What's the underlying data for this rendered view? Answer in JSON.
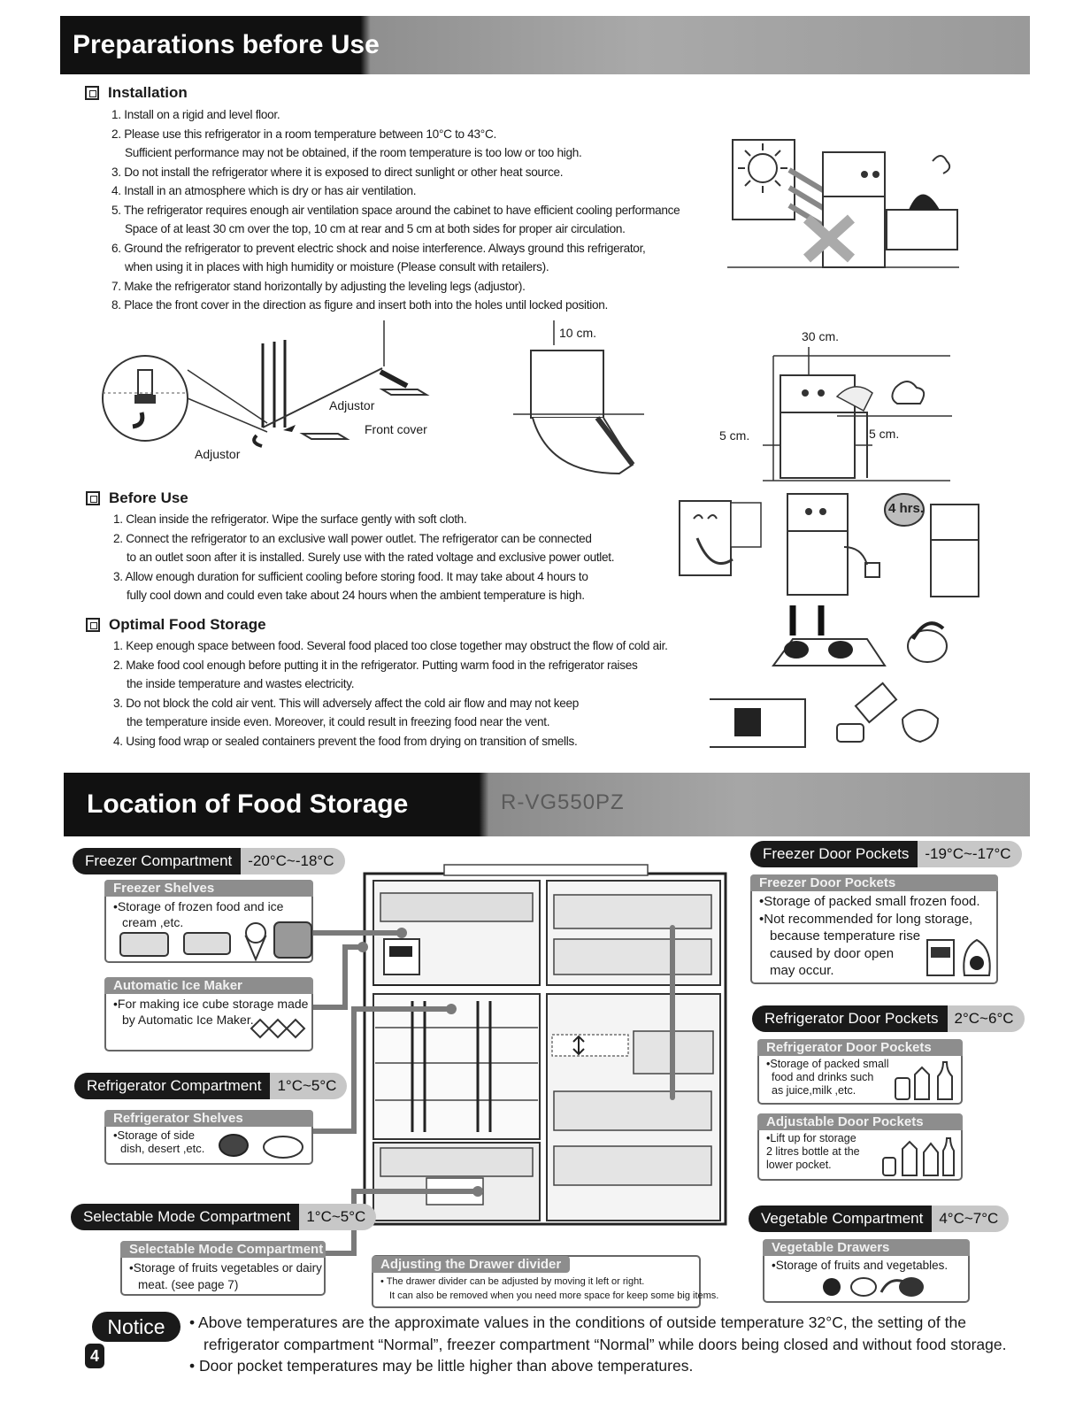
{
  "header1": {
    "title": "Preparations before Use"
  },
  "installation": {
    "title": "Installation",
    "items": [
      "1. Install on a rigid and level floor.",
      "2. Please use this refrigerator in a room temperature between 10°C to 43°C.",
      "Sufficient performance may not be obtained, if the room temperature is too low or too high.",
      "3. Do not install the refrigerator where it is exposed to direct sunlight or other heat source.",
      "4. Install in an atmosphere which is dry or has air ventilation.",
      "5. The refrigerator requires enough air ventilation space around the cabinet to have efficient cooling performance",
      "Space of at least 30 cm over the top, 10 cm at rear and 5 cm at both sides for proper air circulation.",
      "6. Ground the refrigerator to prevent electric shock and noise interference. Always ground this refrigerator,",
      "when using it in places with high humidity or moisture (Please consult with retailers).",
      "7. Make the refrigerator stand horizontally by adjusting the leveling legs (adjustor).",
      "8. Place the front cover in the direction as figure and insert both into the holes until locked position."
    ],
    "fig_labels": {
      "adjustor1": "Adjustor",
      "front_cover": "Front cover",
      "adjustor2": "Adjustor",
      "top_clearance": "10 cm.",
      "top_30": "30 cm.",
      "side_left": "5 cm.",
      "side_right": "5 cm."
    }
  },
  "before_use": {
    "title": "Before Use",
    "items": [
      "1. Clean inside the refrigerator. Wipe the surface gently with soft cloth.",
      "2. Connect the refrigerator to an exclusive wall power outlet. The refrigerator can be connected",
      "to an outlet soon after it is installed. Surely use with the rated voltage and exclusive power outlet.",
      "3. Allow enough duration for sufficient cooling before storing food. It may take about 4 hours to",
      "fully cool down and could even take about 24 hours when the ambient temperature is high."
    ],
    "badge": "4 hrs."
  },
  "optimal": {
    "title": "Optimal Food Storage",
    "items": [
      "1. Keep enough space between food. Several food placed too close together may obstruct the flow of cold air.",
      "2. Make food cool enough before putting it in the refrigerator. Putting warm food in the refrigerator raises",
      "the inside temperature and wastes electricity.",
      "3. Do not block the cold air vent. This will adversely affect the cold air flow and may not keep",
      "the temperature inside even. Moreover, it could result in freezing food near the vent.",
      "4. Using food wrap or sealed containers prevent the food from drying on transition of smells."
    ]
  },
  "header2": {
    "title": "Location of Food Storage",
    "model": "R-VG550PZ"
  },
  "legend": {
    "freezer": {
      "name": "Freezer Compartment",
      "temp": "-20°C~-18°C"
    },
    "freezer_shelves": {
      "title": "Freezer Shelves",
      "lines": [
        "•Storage of frozen food and ice",
        "cream ,etc."
      ]
    },
    "ice_maker": {
      "title": "Automatic Ice Maker",
      "lines": [
        "•For making ice cube storage made",
        "by Automatic Ice Maker."
      ]
    },
    "fridge": {
      "name": "Refrigerator Compartment",
      "temp": "1°C~5°C"
    },
    "fridge_shelves": {
      "title": "Refrigerator Shelves",
      "lines": [
        "•Storage of side",
        "dish, desert ,etc."
      ]
    },
    "selectable": {
      "name": "Selectable Mode Compartment",
      "temp": "1°C~5°C"
    },
    "selectable_box": {
      "title": "Selectable Mode Compartment",
      "lines": [
        "•Storage of fruits vegetables or dairy",
        "meat. (see page 7)"
      ]
    },
    "drawer_divider": {
      "title": "Adjusting the Drawer divider",
      "lines": [
        "• The drawer divider can be adjusted by moving it left or right.",
        "It can also be removed when you need more space for keep some big  items."
      ]
    },
    "freezer_door": {
      "name": "Freezer Door Pockets",
      "temp": "-19°C~-17°C"
    },
    "freezer_door_box": {
      "title": "Freezer Door Pockets",
      "lines": [
        "•Storage of packed small frozen food.",
        "•Not recommended for long storage,",
        "because temperature rise",
        "caused by door open",
        "may occur."
      ]
    },
    "fridge_door": {
      "name": "Refrigerator Door Pockets",
      "temp": "2°C~6°C"
    },
    "fridge_door_box": {
      "title": "Refrigerator Door Pockets",
      "lines": [
        "•Storage of packed small",
        "food and drinks such",
        "as juice,milk ,etc."
      ]
    },
    "adjustable_door_box": {
      "title": "Adjustable Door Pockets",
      "lines": [
        "•Lift up for storage",
        "2 litres bottle at the",
        "lower pocket."
      ]
    },
    "vegetable": {
      "name": "Vegetable Compartment",
      "temp": "4°C~7°C"
    },
    "vegetable_box": {
      "title": "Vegetable Drawers",
      "lines": [
        "•Storage of fruits and vegetables."
      ]
    }
  },
  "notice": {
    "label": "Notice",
    "page": "4",
    "lines": [
      "• Above temperatures are the approximate values in the conditions of outside temperature 32°C, the setting of the",
      "refrigerator compartment “Normal”, freezer compartment “Normal” while doors being closed and without food storage.",
      "• Door pocket temperatures may be little higher than above temperatures."
    ]
  }
}
